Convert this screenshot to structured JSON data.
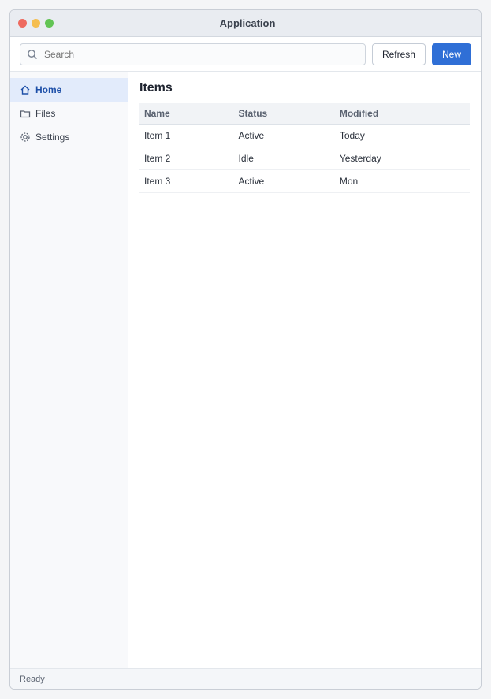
{
  "window": {
    "title": "Application"
  },
  "toolbar": {
    "search_placeholder": "Search",
    "search_value": "",
    "primary_label": "New",
    "secondary_label": "Refresh"
  },
  "sidebar": {
    "items": [
      {
        "label": "Home",
        "icon": "home-icon"
      },
      {
        "label": "Files",
        "icon": "folder-icon"
      },
      {
        "label": "Settings",
        "icon": "gear-icon"
      }
    ]
  },
  "main": {
    "heading": "Items",
    "columns": [
      "Name",
      "Status",
      "Modified"
    ],
    "rows": [
      [
        "Item 1",
        "Active",
        "Today"
      ],
      [
        "Item 2",
        "Idle",
        "Yesterday"
      ],
      [
        "Item 3",
        "Active",
        "Mon"
      ]
    ]
  },
  "status": {
    "text": "Ready"
  },
  "colors": {
    "accent": "#2f6fd6",
    "active_bg": "#e2ebfb"
  }
}
